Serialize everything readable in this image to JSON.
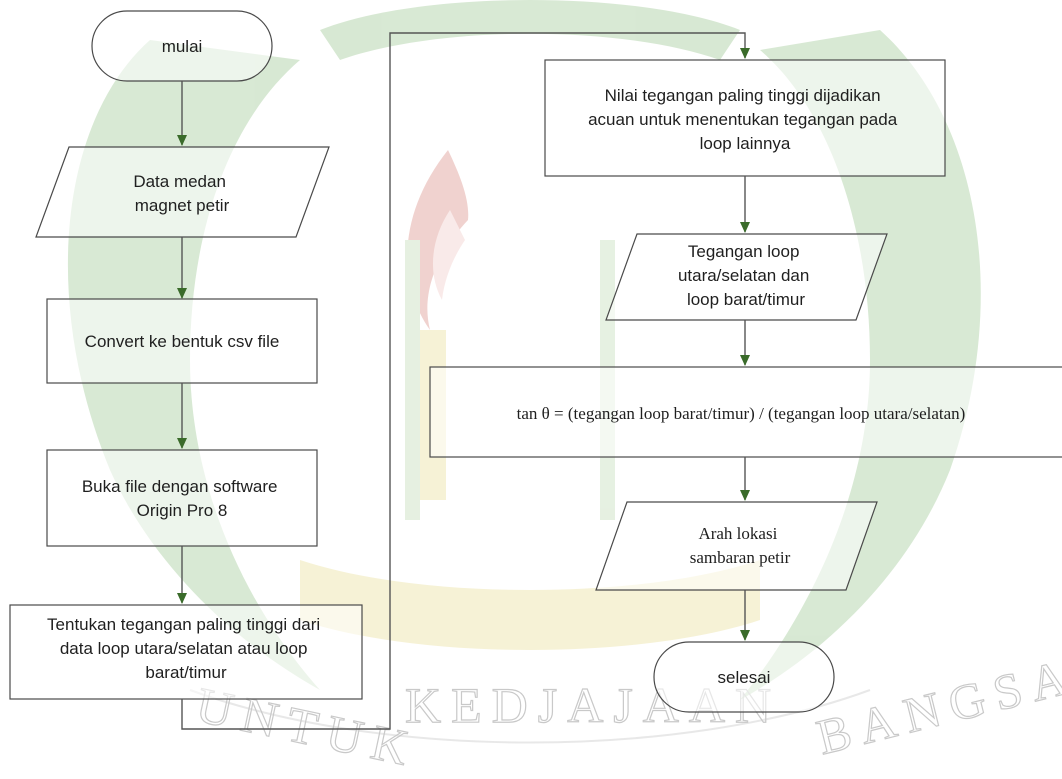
{
  "flowchart": {
    "start": "mulai",
    "input_data": [
      "Data medan",
      "magnet petir"
    ],
    "convert": "Convert ke bentuk csv file",
    "open_file": [
      "Buka file dengan software",
      "Origin Pro 8"
    ],
    "determine": [
      "Tentukan tegangan paling tinggi dari",
      "data loop utara/selatan atau loop",
      "barat/timur"
    ],
    "reference": [
      "Nilai tegangan paling tinggi dijadikan",
      "acuan untuk menentukan tegangan pada",
      "loop lainnya"
    ],
    "voltage_output": [
      "Tegangan loop",
      "utara/selatan dan",
      "loop barat/timur"
    ],
    "formula": "tan θ = (tegangan loop barat/timur) / (tegangan loop utara/selatan)",
    "direction_output": [
      "Arah lokasi",
      "sambaran petir"
    ],
    "end": "selesai"
  },
  "watermark": {
    "text_left": "UNTUK",
    "text_mid": "KEDJAJAAN",
    "text_right": "BANGSA"
  },
  "colors": {
    "watermark_green": "#4e9a3a",
    "watermark_yellow": "#d8c64a",
    "watermark_red": "#c0392b"
  }
}
